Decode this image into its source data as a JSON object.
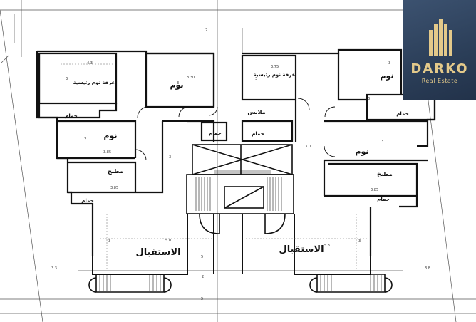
{
  "labels": {
    "master_bedroom_left": "غرفة نوم رئيسية",
    "master_bedroom_right": "غرفة نوم رئيسية",
    "bedroom_top_left": "نوم",
    "bedroom_mid_left": "نوم",
    "bedroom_top_right": "نوم",
    "bedroom_mid_right": "نوم",
    "kitchen_left": "مطبخ",
    "kitchen_right": "مطبخ",
    "bath_1": "حمام",
    "bath_2": "حمام",
    "bath_3": "حمام",
    "bath_4": "حمام",
    "bath_5": "حمام",
    "bath_6": "حمام",
    "dressing": "ملابس",
    "reception_left": "الاستقبال",
    "reception_right": "الاستقبال"
  },
  "logo": {
    "name": "DARKO",
    "tagline": "Real Estate",
    "colors": {
      "background": "#2f4462",
      "accent": "#e3c98a"
    }
  }
}
